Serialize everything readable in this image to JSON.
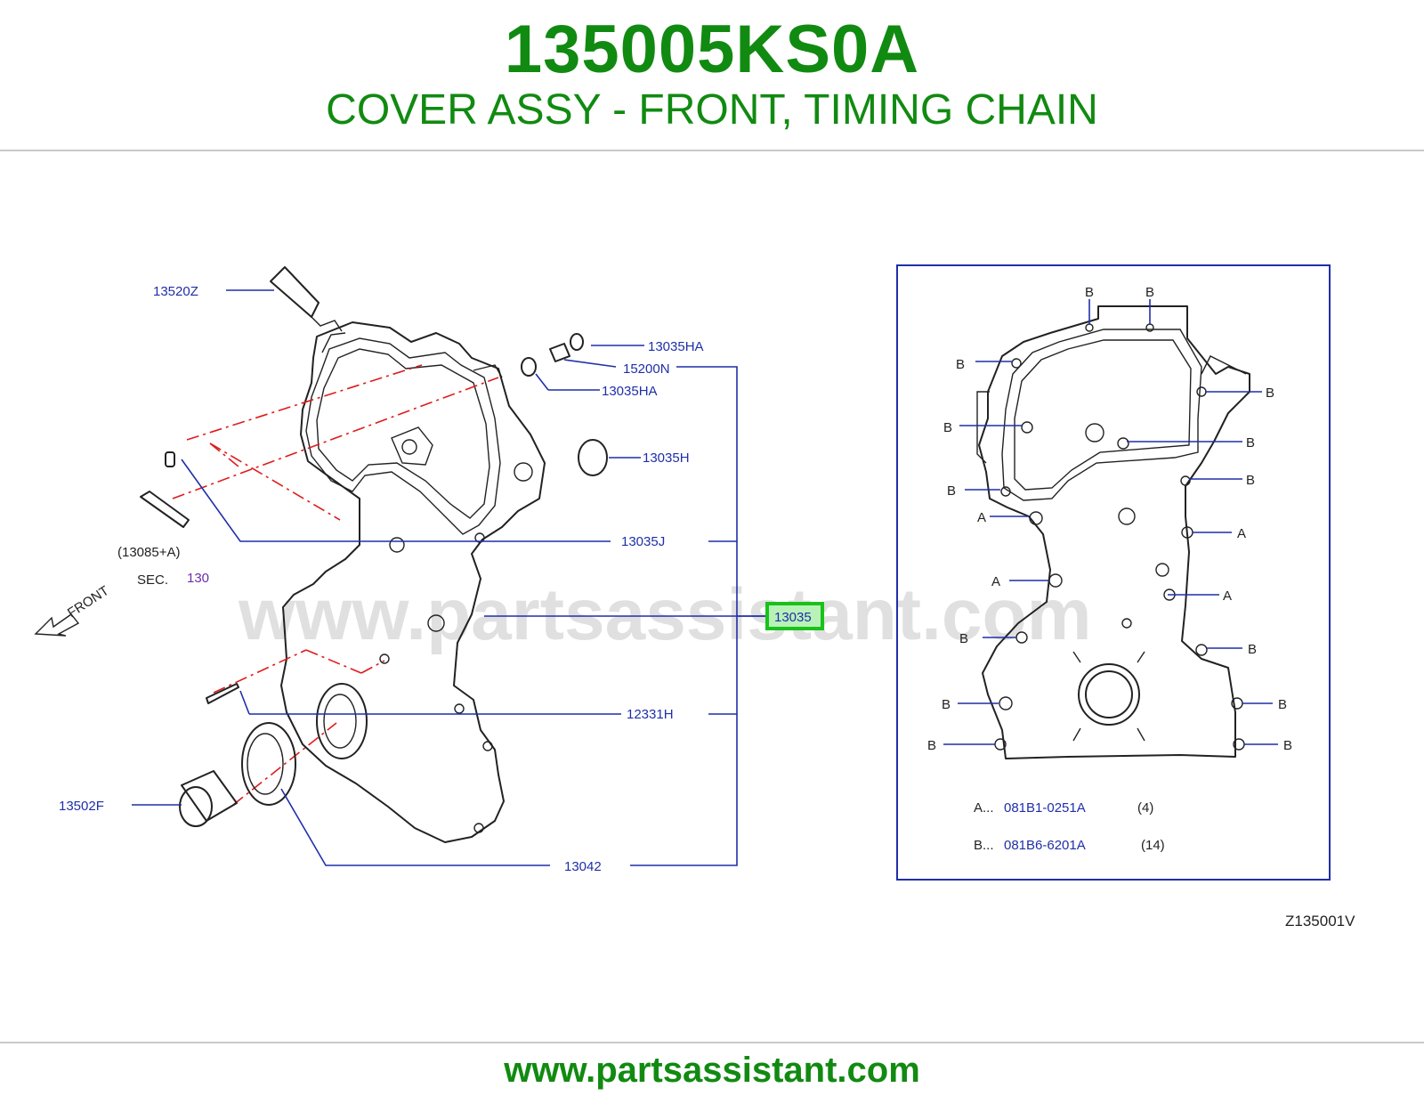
{
  "header": {
    "part_number": "135005KS0A",
    "part_name": "COVER ASSY - FRONT, TIMING CHAIN"
  },
  "footer": {
    "website": "www.partsassistant.com"
  },
  "watermark": "www.partsassistant.com",
  "diagram": {
    "code": "Z135001V",
    "labels": {
      "l13520Z": "13520Z",
      "l13035HA_top": "13035HA",
      "l15200N": "15200N",
      "l13035HA_mid": "13035HA",
      "l13035H": "13035H",
      "l13085A": "(13085+A)",
      "sec": "SEC.",
      "sec_num": "130",
      "front": "FRONT",
      "l13035J": "13035J",
      "l13035": "13035",
      "l12331H": "12331H",
      "l13502F": "13502F",
      "l13042": "13042"
    },
    "bolt_table": {
      "a_key": "A...",
      "a_part": "081B1-0251A",
      "a_qty": "(4)",
      "b_key": "B...",
      "b_part": "081B6-6201A",
      "b_qty": "(14)"
    },
    "bolt_marks": {
      "a": "A",
      "b": "B"
    },
    "colors": {
      "title": "#118a11",
      "label": "#1f2fa8",
      "highlight": "#19c219",
      "dashed": "#e01b1b"
    }
  }
}
